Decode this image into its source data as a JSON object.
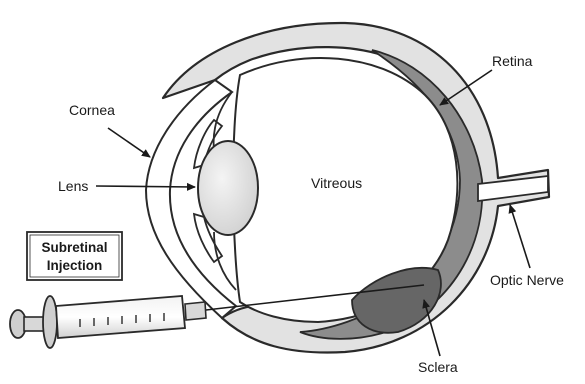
{
  "diagram": {
    "labels": {
      "retina": "Retina",
      "cornea": "Cornea",
      "lens": "Lens",
      "vitreous": "Vitreous",
      "optic_nerve": "Optic Nerve",
      "sclera": "Sclera"
    },
    "callout": {
      "line1": "Subretinal",
      "line2": "Injection"
    },
    "colors": {
      "outline": "#2a2a2a",
      "sclera_fill": "#e2e2e2",
      "retina_fill": "#8c8c8c",
      "bleb_fill": "#666666",
      "lens_fill": "#dedede",
      "background": "#ffffff"
    }
  }
}
